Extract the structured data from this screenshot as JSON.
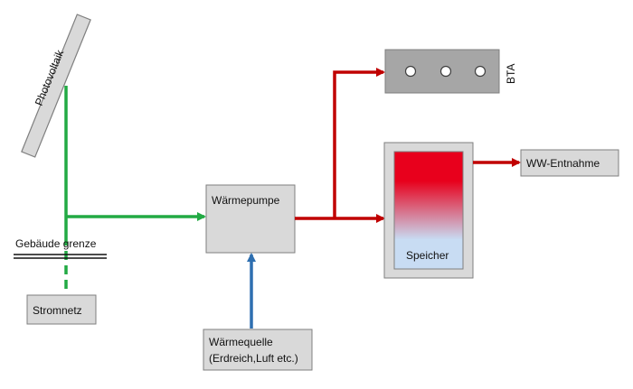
{
  "labels": {
    "photovoltaik": "Photovoltaik",
    "gebaeudegrenze": "Gebäude grenze",
    "stromnetz": "Stromnetz",
    "waermepumpe": "Wärmepumpe",
    "waermequelle_line1": "Wärmequelle",
    "waermequelle_line2": "(Erdreich,Luft etc.)",
    "bta": "BTA",
    "speicher": "Speicher",
    "ww_entnahme": "WW-Entnahme"
  },
  "colors": {
    "electric_flow": "#22aa44",
    "heat_flow": "#c00000",
    "source_flow": "#2e6fb0",
    "box_fill": "#d9d9d9",
    "bta_fill": "#a6a6a6",
    "speicher_hot": "#e8001c",
    "speicher_cold": "#c8dcf3"
  }
}
